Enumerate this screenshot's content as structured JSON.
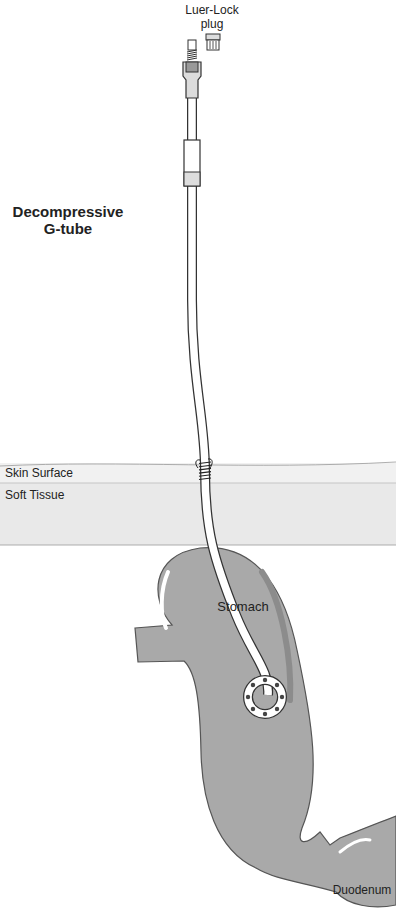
{
  "diagram": {
    "nodes": [
      {
        "text": [
          "Skin Surface"
        ]
      },
      {
        "text": [
          "Soft Tissue"
        ]
      }
    ],
    "labels": [
      "Luer-Lock plug",
      "Decompressive G-tube",
      "Stomach",
      "Duodenum"
    ]
  }
}
